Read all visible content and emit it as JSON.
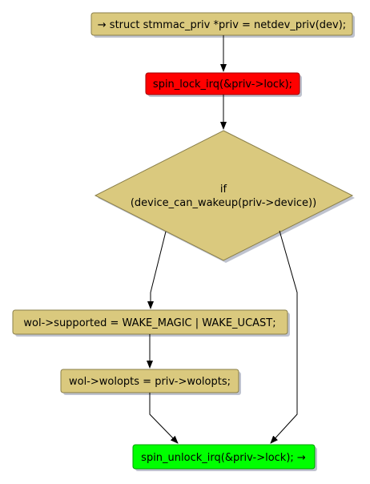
{
  "diagram": {
    "colors": {
      "action": "#dac97e",
      "start": "#ff0000",
      "end": "#00ff00",
      "edge": "#000000",
      "shadow": "#8a92a8"
    },
    "nodes": {
      "assign_priv": {
        "text": "→ struct stmmac_priv *priv = netdev_priv(dev);"
      },
      "lock": {
        "text": "spin_lock_irq(&priv->lock);"
      },
      "decision": {
        "line1": "if",
        "line2": "(device_can_wakeup(priv->device))"
      },
      "set_supported": {
        "text": "wol->supported = WAKE_MAGIC | WAKE_UCAST;"
      },
      "set_wolopts": {
        "text": "wol->wolopts = priv->wolopts;"
      },
      "unlock": {
        "text": "spin_unlock_irq(&priv->lock); →"
      }
    }
  }
}
